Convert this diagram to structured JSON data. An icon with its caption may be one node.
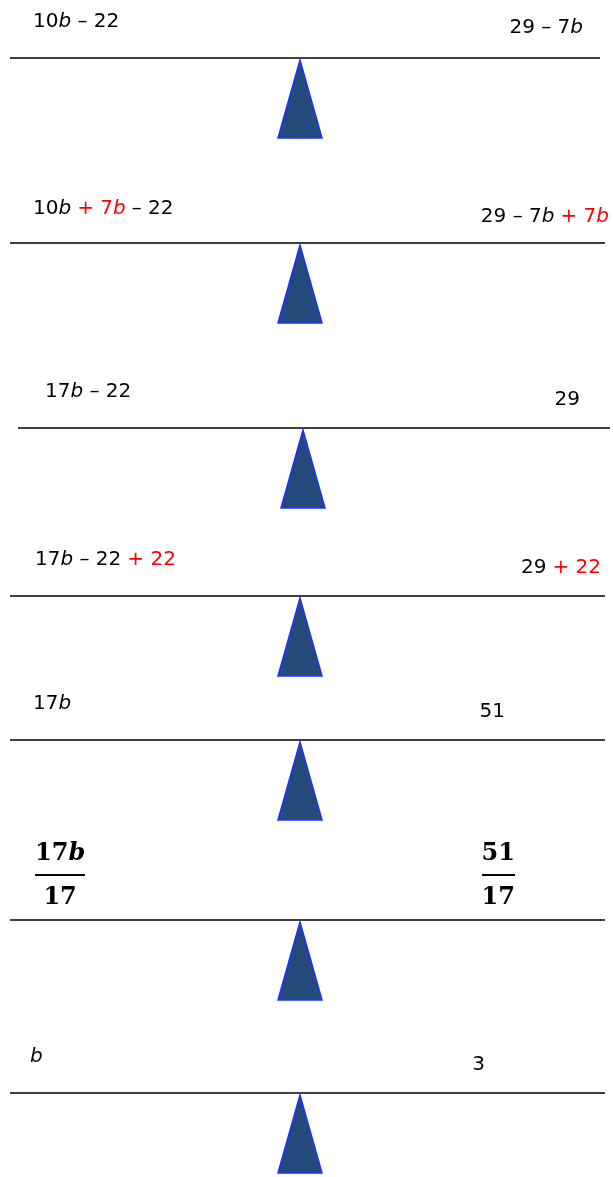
{
  "diagram": {
    "labels": [
      "10b – 22",
      "29 – 7b",
      "10b",
      "+ 7b",
      "– 22",
      "29 – 7b",
      "+ 7b",
      "17b – 22",
      "29",
      "17b – 22",
      "+ 22",
      "29",
      "+ 22",
      "17b",
      "51",
      "17b",
      "17",
      "51",
      "17",
      "b",
      "3"
    ]
  }
}
